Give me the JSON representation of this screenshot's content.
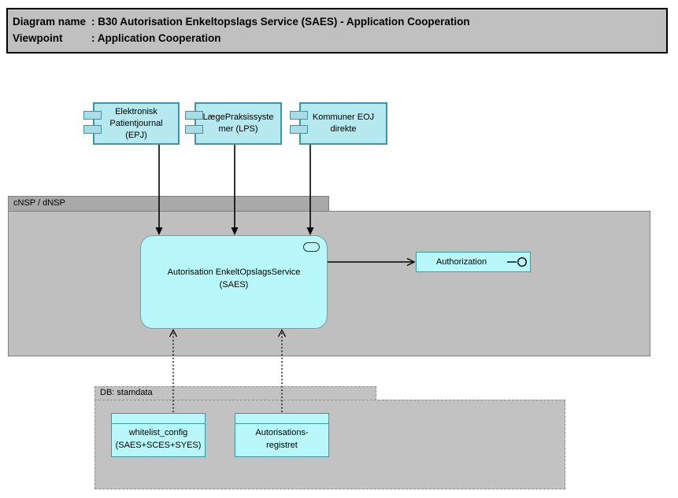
{
  "diagram": {
    "title_block": {
      "rows": [
        {
          "label": "Diagram name",
          "value": ": B30 Autorisation Enkeltopslags Service (SAES) - Application Cooperation"
        },
        {
          "label": "Viewpoint",
          "value": ": Application Cooperation"
        }
      ]
    },
    "groups": {
      "nsp": {
        "label": "cNSP / dNSP"
      },
      "db": {
        "label": "DB: stamdata"
      }
    },
    "components": [
      {
        "label": "Elektronisk\nPatientjournal\n(EPJ)"
      },
      {
        "label": "LægePraksissyste\nmer (LPS)"
      },
      {
        "label": "Kommuner EOJ\ndirekte"
      }
    ],
    "service": {
      "label": "Autorisation EnkeltOpslagsService\n(SAES)"
    },
    "interface": {
      "label": "Authorization"
    },
    "data_objects": [
      {
        "label": "whitelist_config\n(SAES+SCES+SYES)"
      },
      {
        "label": "Autorisations-\nregistret"
      }
    ],
    "colors": {
      "component_fill": "#b5e9ef",
      "component_border": "#3c96a6",
      "service_fill": "#b9f8fa",
      "service_border": "#6fa0ab",
      "cyan_border": "#3d9aaa",
      "group_tab_fill": "#a9a9a9",
      "group_body_fill": "#bfbfbf",
      "db_group_fill": "#c2c2c2",
      "title_fill": "#c0c0c0",
      "arrow": "#000000"
    }
  }
}
